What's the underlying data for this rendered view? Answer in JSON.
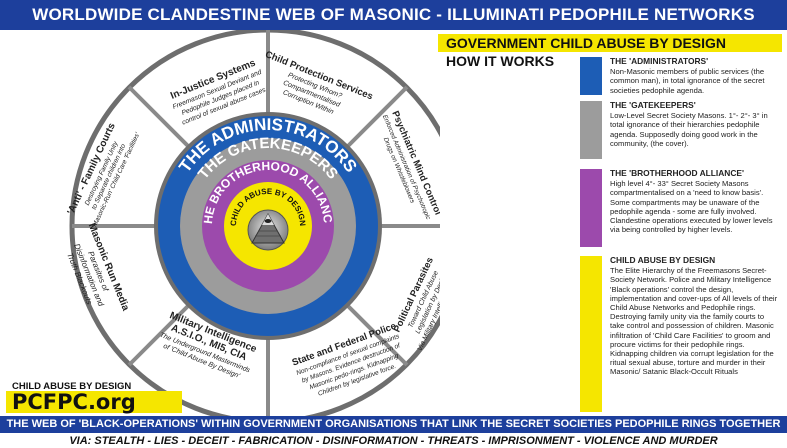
{
  "header": {
    "title": "WORLDWIDE CLANDESTINE WEB OF MASONIC - ILLUMINATI PEDOPHILE NETWORKS"
  },
  "subtitle": {
    "title": "GOVERNMENT CHILD ABUSE BY DESIGN",
    "how": "HOW IT WORKS"
  },
  "legend": [
    {
      "title": "THE 'ADMINISTRATORS'",
      "text": "Non-Masonic members of public services (the common man), in total ignorance of the secret societies pedophile agenda.",
      "color": "#1d5db5"
    },
    {
      "title": "THE 'GATEKEEPERS'",
      "text": "Low-Level Secret Society Masons. 1°- 2°- 3° in total ignorance of their hierarchies pedophile agenda. Supposedly doing good work in the community, (the cover).",
      "color": "#9c9c9c"
    },
    {
      "title": "THE 'BROTHERHOOD ALLIANCE'",
      "text": "High level 4°- 33° Secret Society Masons compartmentalised on a 'need to know basis'. Some compartments may be unaware of the pedophile agenda - some are fully involved. Clandestine operations executed by lower levels via being controlled by higher levels.",
      "color": "#9c4aac"
    },
    {
      "title": "CHILD ABUSE BY DESIGN",
      "text": "The Elite Hierarchy of the Freemasons Secret-Society Network. Police and Military Intelligence 'Black operations' control the design, implementation and cover-ups of All levels of their Child Abuse Networks and Pedophile rings. Destroying family unity via the family courts to take control and possession of children. Masonic infiltration of 'Child Care Facilities' to groom and procure victims for their pedophile rings. Kidnapping children via corrupt legislation for the ritual sexual abuse, torture and murder in their Masonic/ Satanic Black-Occult Rituals",
      "color": "#f5e600"
    }
  ],
  "rings": {
    "administrators": "THE ADMINISTRATORS",
    "gatekeepers": "THE GATEKEEPERS",
    "brotherhood": "THE BROTHERHOOD ALLIANCE",
    "center": "CHILD ABUSE BY DESIGN"
  },
  "segments": [
    {
      "title": "Child Protection Services",
      "text": [
        "Protecting Whom?",
        "Compartmentalised",
        "Corruption Within"
      ]
    },
    {
      "title": "Psychiatric Mind Control",
      "text": [
        "Enforced Administration of Psychotropic",
        "Drugs on Whistleblowers"
      ]
    },
    {
      "title": "Political Parasites",
      "text": [
        "Toward Child Abuse",
        "Legislation by Design",
        "Via Military Intelligence Control"
      ]
    },
    {
      "title": "State and Federal Police",
      "text": [
        "Non-compliance of sexual complaints",
        "by Masons. Evidence destruction of",
        "Masonic pedo-rings. Kidnapping",
        "Children by legislative force."
      ]
    },
    {
      "title": "Military Intelligence",
      "subtitle": "A.S.I.O., MI5, CIA",
      "text": [
        "The Underground Masterminds",
        "of 'Child Abuse By Design'"
      ]
    },
    {
      "title": "Masonic Run Media",
      "text": [
        "Parasites of",
        "Disinformation and",
        "Truth Blackouts"
      ]
    },
    {
      "title": "'Anti' - Family Courts",
      "text": [
        "Destroying Family Unity",
        "to Separate children into",
        "'Masonic-Run' Child Care 'Facilities'"
      ]
    },
    {
      "title": "In-Justice Systems",
      "text": [
        "Freemason Sexual Deviant and",
        "Pedophile Judges placed in",
        "control of sexual abuse cases"
      ]
    }
  ],
  "footer": {
    "child_label": "CHILD ABUSE BY DESIGN",
    "logo": "PCFPC.org",
    "banner": "THE WEB OF 'BLACK-OPERATIONS' WITHIN GOVERNMENT ORGANISATIONS THAT LINK THE SECRET SOCIETIES PEDOPHILE RINGS TOGETHER",
    "via": "VIA: STEALTH - LIES - DECEIT - FABRICATION - DISINFORMATION - THREATS - IMPRISONMENT - VIOLENCE AND MURDER"
  }
}
